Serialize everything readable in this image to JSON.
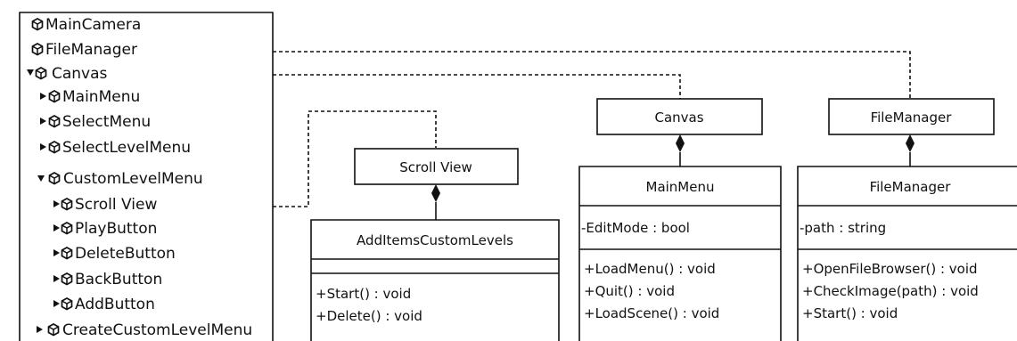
{
  "hierarchy": {
    "main_camera": "MainCamera",
    "file_manager": "FileManager",
    "canvas": "Canvas",
    "main_menu": "MainMenu",
    "select_menu": "SelectMenu",
    "select_level_menu": "SelectLevelMenu",
    "custom_level_menu": "CustomLevelMenu",
    "scroll_view": "Scroll View",
    "play_button": "PlayButton",
    "delete_button": "DeleteButton",
    "back_button": "BackButton",
    "add_button": "AddButton",
    "create_custom_level_menu": "CreateCustomLevelMenu",
    "icon": "unity-gameobject-icon"
  },
  "uml": {
    "scroll_view_node": "Scroll View",
    "canvas_node": "Canvas",
    "file_manager_node": "FileManager",
    "add_items_class": {
      "name": "AddItemsCustomLevels",
      "methods": [
        "+Start() : void",
        "+Delete() : void"
      ]
    },
    "main_menu_class": {
      "name": "MainMenu",
      "attributes": [
        "-EditMode : bool"
      ],
      "methods": [
        "+LoadMenu() : void",
        "+Quit() : void",
        "+LoadScene() : void"
      ]
    },
    "file_manager_class": {
      "name": "FileManager",
      "attributes": [
        "-path : string"
      ],
      "methods": [
        "+OpenFileBrowser() : void",
        "+CheckImage(path) : void",
        "+Start() : void"
      ]
    }
  }
}
